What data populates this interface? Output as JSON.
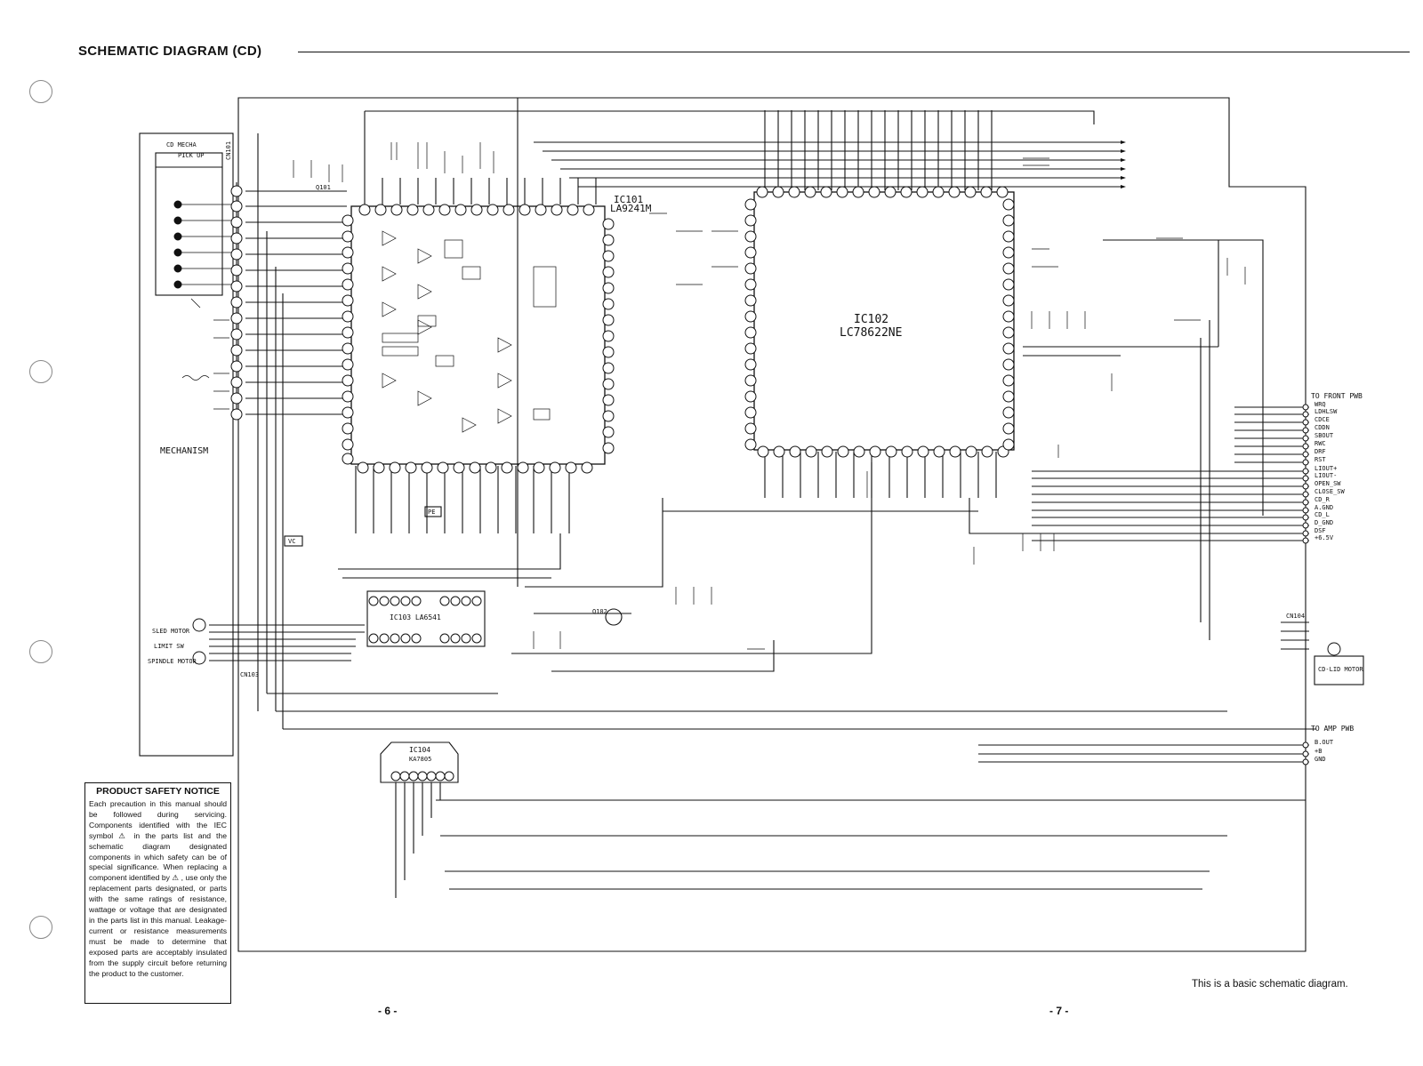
{
  "page": {
    "title": "SCHEMATIC DIAGRAM (CD)",
    "footnote": "This is a basic schematic diagram.",
    "page_left": "- 6 -",
    "page_right": "- 7 -"
  },
  "labels": {
    "mechanism": "MECHANISM",
    "cd_mecha": "CD MECHA",
    "pick_up": "PICK UP",
    "ic101_ref": "IC101",
    "ic101_part": "LA9241M",
    "ic102_ref": "IC102",
    "ic102_part": "LC78622NE",
    "ic103": "IC103 LA6541",
    "ic104_ref": "IC104",
    "ic104_part": "KA7805",
    "to_front": "TO FRONT PWB",
    "to_amp": "TO AMP PWB",
    "sled_motor": "SLED MOTOR",
    "limit_sw": "LIMIT SW",
    "spindle_motor": "SPINDLE MOTOR",
    "cn103": "CN103",
    "cd_lid_motor": "CD-LID MOTOR",
    "vc": "VC",
    "pe": "PE",
    "cn101": "CN101",
    "cn104": "CN104",
    "q101": "Q101",
    "q102": "Q102"
  },
  "front_pwb_signals": [
    "WRQ",
    "LDHLSW",
    "CDCE",
    "CDDN",
    "SBOUT",
    "RWC",
    "DRF",
    "RST",
    "LIOUT+",
    "LIOUT-",
    "OPEN_SW",
    "CLOSE_SW",
    "CD_R",
    "A.GND",
    "CD_L",
    "D_GND",
    "DSF",
    "+6.5V"
  ],
  "amp_pwb_signals": [
    "B.OUT",
    "+B",
    "GND"
  ],
  "safety": {
    "title": "PRODUCT SAFETY NOTICE",
    "body": "Each precaution in this manual should be followed during servicing. Components identified with the IEC symbol ⚠ in the parts list and the schematic diagram designated components in which safety can be of special significance. When replacing a component identified by ⚠ , use only the replacement parts designated, or parts with the same ratings of resistance, wattage or voltage that are designated in the parts list in this manual. Leakage-current or resistance measurements must be made to determine that exposed parts are acceptably insulated from the supply circuit before returning the product to the customer."
  }
}
